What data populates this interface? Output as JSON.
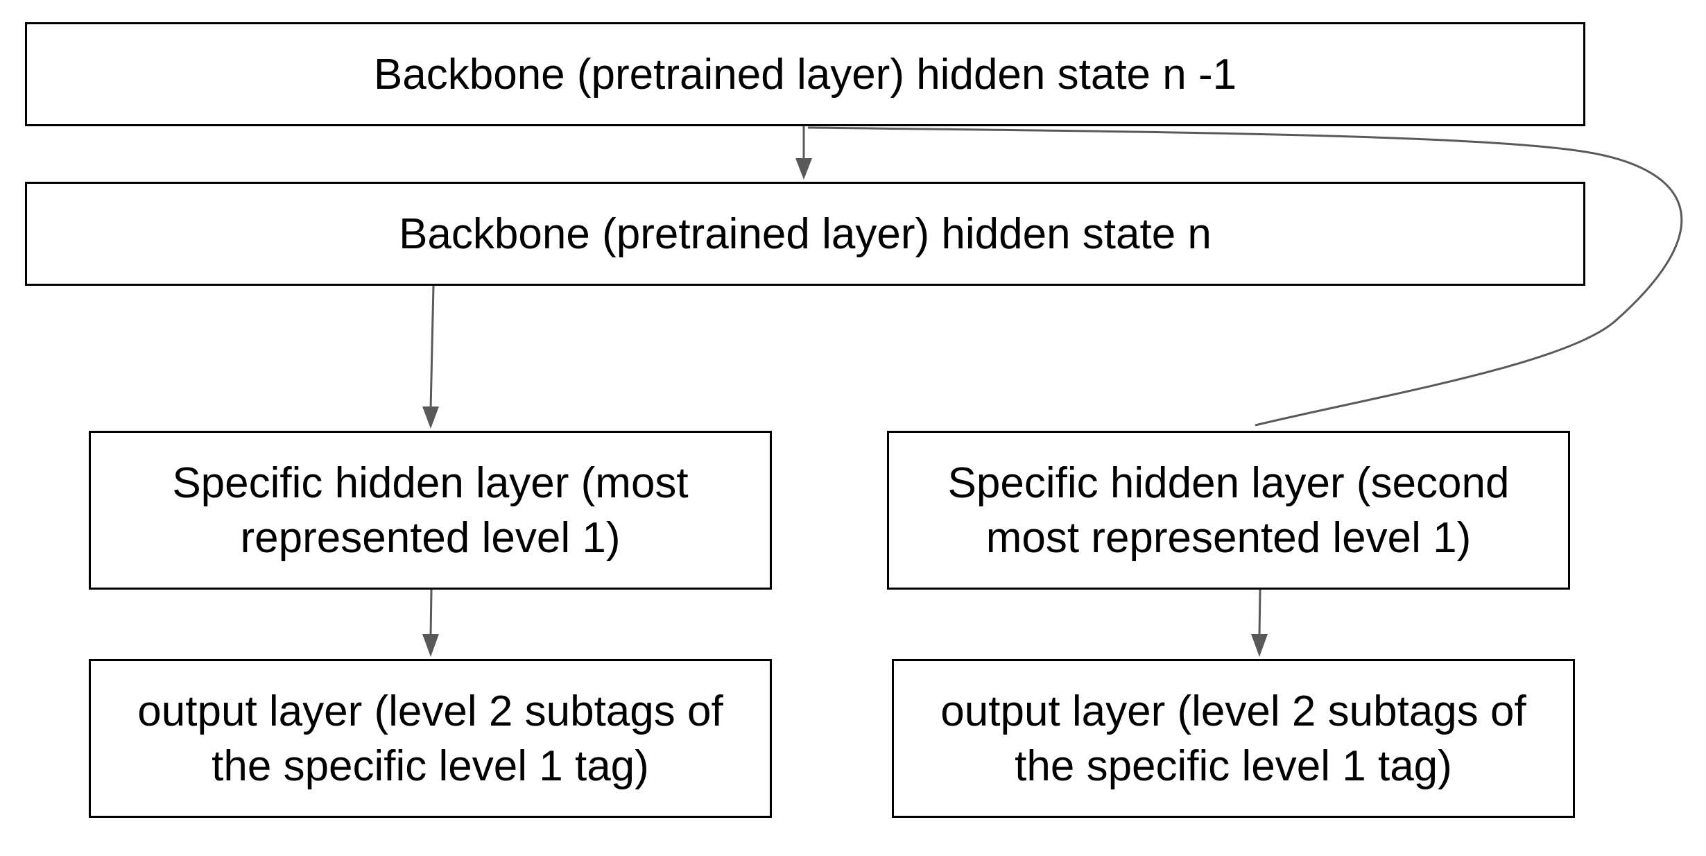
{
  "diagram": {
    "boxes": [
      {
        "id": "backbone-n-minus-1",
        "lines": [
          "Backbone (pretrained layer) hidden state n -1"
        ]
      },
      {
        "id": "backbone-n",
        "lines": [
          "Backbone (pretrained layer) hidden state n"
        ]
      },
      {
        "id": "specific-most",
        "lines": [
          "Specific hidden layer (most",
          "represented level 1)"
        ]
      },
      {
        "id": "specific-second",
        "lines": [
          "Specific hidden layer (second",
          "most represented level 1)"
        ]
      },
      {
        "id": "output-left",
        "lines": [
          "output layer (level 2 subtags of",
          "the specific level 1 tag)"
        ]
      },
      {
        "id": "output-right",
        "lines": [
          "output layer (level 2 subtags of",
          "the specific level 1 tag)"
        ]
      }
    ],
    "edges": [
      {
        "from": "backbone-n-minus-1",
        "to": "backbone-n",
        "arrow": true
      },
      {
        "from": "backbone-n",
        "to": "specific-most",
        "arrow": true
      },
      {
        "from": "backbone-n-minus-1",
        "to": "specific-second",
        "arrow": false,
        "curved": true
      },
      {
        "from": "specific-most",
        "to": "output-left",
        "arrow": true
      },
      {
        "from": "specific-second",
        "to": "output-right",
        "arrow": true
      }
    ],
    "colors": {
      "box_border": "#000000",
      "connector": "#595959",
      "text": "#000000",
      "background": "#ffffff"
    }
  }
}
